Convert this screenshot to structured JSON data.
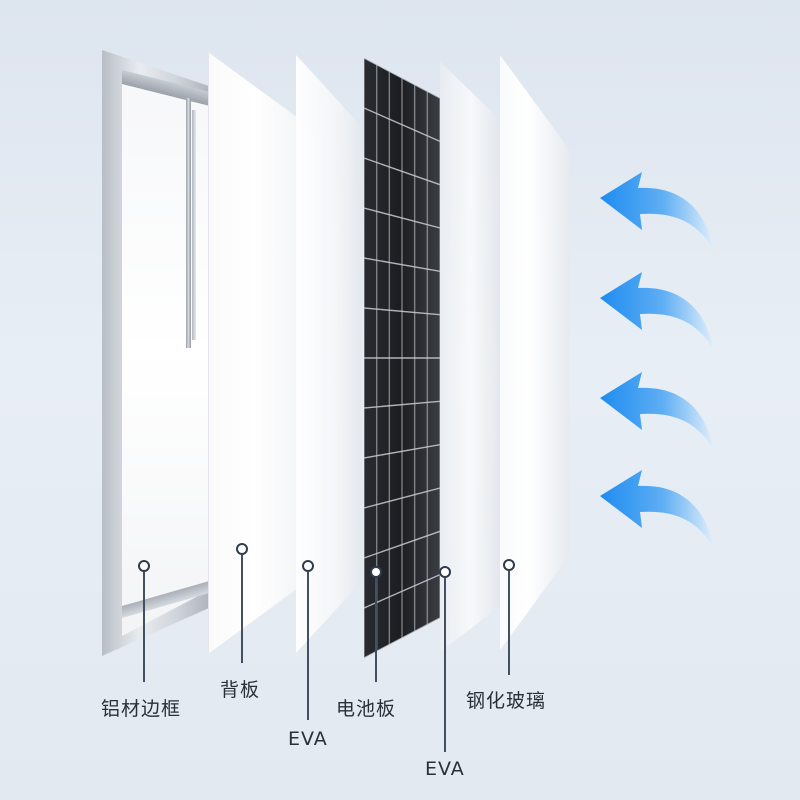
{
  "labels": {
    "frame": "铝材边框",
    "backsheet": "背板",
    "eva_back": "EVA",
    "cells": "电池板",
    "eva_front": "EVA",
    "glass": "钢化玻璃"
  },
  "icons": {
    "arrow": "curved-arrow-left-icon"
  },
  "colors": {
    "arrow_blue": "#1e8cf0",
    "arrow_light": "#cfe6fb",
    "cell_dark": "#1e2024",
    "callout_line": "#44505f"
  }
}
